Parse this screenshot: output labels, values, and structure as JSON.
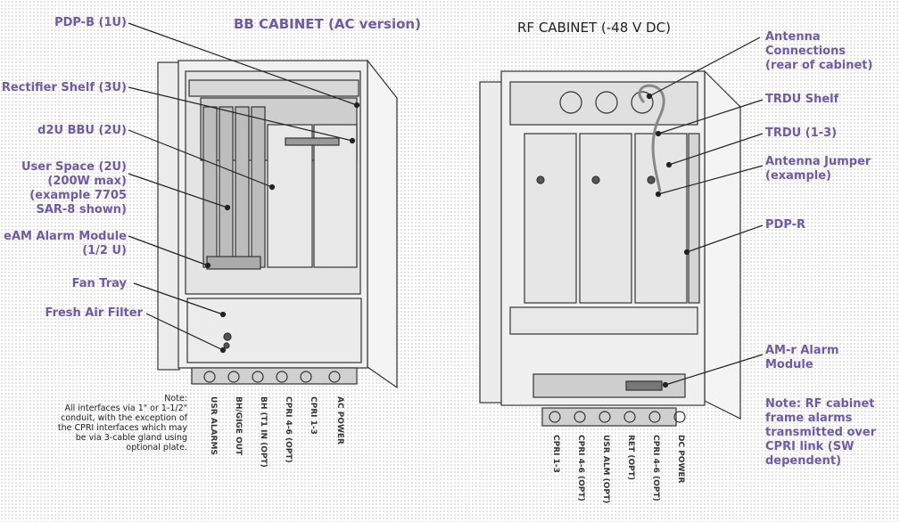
{
  "bb": {
    "title": "BB CABINET (AC version)",
    "labels": [
      "PDP-B (1U)",
      "Rectifier Shelf (3U)",
      "d2U BBU (2U)",
      "User Space (2U)\n(200W max)\n(example 7705\nSAR-8 shown)",
      "eAM Alarm Module\n(1/2 U)",
      "Fan Tray",
      "Fresh Air Filter"
    ],
    "note": "Note:\nAll interfaces via 1\" or 1-1/2\"\nconduit, with the exception of\nthe CPRI interfaces which may\nbe via 3-cable gland using\noptional plate.",
    "ports": [
      "USR ALARMS",
      "BH/GIGE OUT",
      "BH (T1 IN (OPT)",
      "CPRI 4-6 (OPT)",
      "CPRI 1-3",
      "AC POWER"
    ]
  },
  "rf": {
    "title": "RF CABINET (-48 V DC)",
    "labels": [
      "Antenna\nConnections\n(rear of cabinet)",
      "TRDU Shelf",
      "TRDU (1-3)",
      "Antenna Jumper\n(example)",
      "PDP-R",
      "AM-r Alarm\nModule"
    ],
    "note": "Note: RF cabinet\nframe alarms\ntransmitted over\nCPRI link (SW\ndependent)",
    "ports": [
      "CPRI 1-3",
      "CPRI 4-6 (OPT)",
      "USR ALM (OPT)",
      "RET (OPT)",
      "CPRI 4-6 (OPT)",
      "DC POWER"
    ]
  }
}
